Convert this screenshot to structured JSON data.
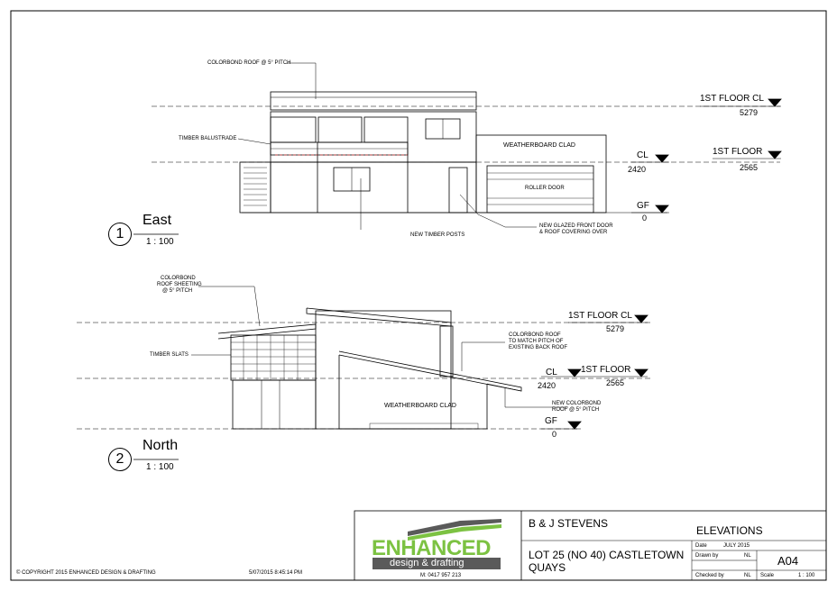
{
  "drawing": {
    "east": {
      "number": "1",
      "title": "East",
      "scale": "1 : 100",
      "labels": {
        "roof": "COLORBOND ROOF @ 5° PITCH",
        "balustrade": "TIMBER BALUSTRADE",
        "posts": "NEW TIMBER POSTS",
        "clad": "WEATHERBOARD CLAD",
        "roller": "ROLLER DOOR",
        "front_door_1": "NEW GLAZED FRONT DOOR",
        "front_door_2": "& ROOF COVERING OVER"
      },
      "levels": {
        "first_floor_cl": "1ST FLOOR CL",
        "first_floor_cl_val": "5279",
        "cl": "CL",
        "cl_val": "2420",
        "first_floor": "1ST FLOOR",
        "first_floor_val": "2565",
        "gf": "GF",
        "gf_val": "0"
      }
    },
    "north": {
      "number": "2",
      "title": "North",
      "scale": "1 : 100",
      "labels": {
        "roof_1": "COLORBOND",
        "roof_2": "ROOF SHEETING",
        "roof_3": "@ 5° PITCH",
        "slats": "TIMBER SLATS",
        "match_1": "COLORBOND ROOF",
        "match_2": "TO MATCH PITCH OF",
        "match_3": "EXISTING BACK ROOF",
        "clad": "WEATHERBOARD CLAD",
        "new_roof_1": "NEW COLORBOND",
        "new_roof_2": "ROOF @ 5° PITCH"
      },
      "levels": {
        "first_floor_cl": "1ST FLOOR CL",
        "first_floor_cl_val": "5279",
        "cl": "CL",
        "cl_val": "2420",
        "first_floor": "1ST FLOOR",
        "first_floor_val": "2565",
        "gf": "GF",
        "gf_val": "0"
      }
    }
  },
  "footer": {
    "copyright": "© COPYRIGHT 2015 ENHANCED DESIGN & DRAFTING",
    "timestamp": "5/07/2015 8:45:14 PM"
  },
  "title_block": {
    "logo_name": "ENHANCED",
    "logo_sub": "design & drafting",
    "logo_phone": "M: 0417 957 213",
    "client": "B & J STEVENS",
    "project_1": "LOT 25 (NO 40) CASTLETOWN",
    "project_2": "QUAYS",
    "sheet_title": "ELEVATIONS",
    "date_label": "Date",
    "date_value": "JULY 2015",
    "drawn_label": "Drawn by",
    "drawn_value": "NL",
    "checked_label": "Checked by",
    "checked_value": "NL",
    "scale_label": "Scale",
    "scale_value": "1 : 100",
    "sheet_no": "A04"
  },
  "colors": {
    "logo_green": "#7cc242",
    "logo_grey": "#5a5a5a",
    "red_level": "#d23b3b"
  }
}
